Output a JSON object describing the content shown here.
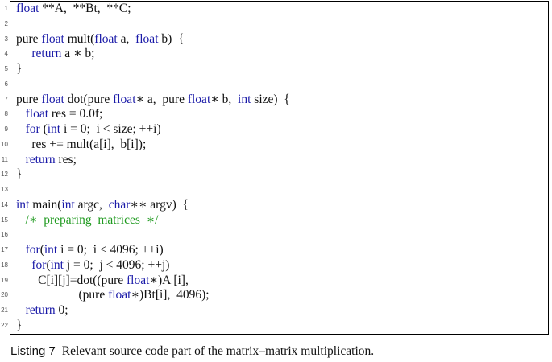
{
  "listing": {
    "lines": [
      {
        "no": "1",
        "tokens": [
          {
            "t": "float",
            "c": "kw"
          },
          {
            "t": " **A,  **Bt,  **C;",
            "c": ""
          }
        ]
      },
      {
        "no": "2",
        "tokens": []
      },
      {
        "no": "3",
        "tokens": [
          {
            "t": "pure ",
            "c": ""
          },
          {
            "t": "float",
            "c": "kw"
          },
          {
            "t": " mult(",
            "c": ""
          },
          {
            "t": "float",
            "c": "kw"
          },
          {
            "t": " a,  ",
            "c": ""
          },
          {
            "t": "float",
            "c": "kw"
          },
          {
            "t": " b)  {",
            "c": ""
          }
        ]
      },
      {
        "no": "4",
        "tokens": [
          {
            "t": "     ",
            "c": ""
          },
          {
            "t": "return",
            "c": "kw"
          },
          {
            "t": " a ∗ b;",
            "c": ""
          }
        ]
      },
      {
        "no": "5",
        "tokens": [
          {
            "t": "}",
            "c": ""
          }
        ]
      },
      {
        "no": "6",
        "tokens": []
      },
      {
        "no": "7",
        "tokens": [
          {
            "t": "pure ",
            "c": ""
          },
          {
            "t": "float",
            "c": "kw"
          },
          {
            "t": " dot(pure ",
            "c": ""
          },
          {
            "t": "float",
            "c": "kw"
          },
          {
            "t": "∗ a,  pure ",
            "c": ""
          },
          {
            "t": "float",
            "c": "kw"
          },
          {
            "t": "∗ b,  ",
            "c": ""
          },
          {
            "t": "int",
            "c": "kw"
          },
          {
            "t": " size)  {",
            "c": ""
          }
        ]
      },
      {
        "no": "8",
        "tokens": [
          {
            "t": "   ",
            "c": ""
          },
          {
            "t": "float",
            "c": "kw"
          },
          {
            "t": " res = 0.0f;",
            "c": ""
          }
        ]
      },
      {
        "no": "9",
        "tokens": [
          {
            "t": "   ",
            "c": ""
          },
          {
            "t": "for",
            "c": "kw"
          },
          {
            "t": " (",
            "c": ""
          },
          {
            "t": "int",
            "c": "kw"
          },
          {
            "t": " i = 0;  i < size; ++i)",
            "c": ""
          }
        ]
      },
      {
        "no": "10",
        "tokens": [
          {
            "t": "     res += mult(a[i],  b[i]);",
            "c": ""
          }
        ]
      },
      {
        "no": "11",
        "tokens": [
          {
            "t": "   ",
            "c": ""
          },
          {
            "t": "return",
            "c": "kw"
          },
          {
            "t": " res;",
            "c": ""
          }
        ]
      },
      {
        "no": "12",
        "tokens": [
          {
            "t": "}",
            "c": ""
          }
        ]
      },
      {
        "no": "13",
        "tokens": []
      },
      {
        "no": "14",
        "tokens": [
          {
            "t": "int",
            "c": "kw"
          },
          {
            "t": " main(",
            "c": ""
          },
          {
            "t": "int",
            "c": "kw"
          },
          {
            "t": " argc,  ",
            "c": ""
          },
          {
            "t": "char",
            "c": "kw"
          },
          {
            "t": "∗∗ argv)  {",
            "c": ""
          }
        ]
      },
      {
        "no": "15",
        "tokens": [
          {
            "t": "   ",
            "c": ""
          },
          {
            "t": "/∗  preparing  matrices  ∗/",
            "c": "cm"
          }
        ]
      },
      {
        "no": "16",
        "tokens": []
      },
      {
        "no": "17",
        "tokens": [
          {
            "t": "   ",
            "c": ""
          },
          {
            "t": "for",
            "c": "kw"
          },
          {
            "t": "(",
            "c": ""
          },
          {
            "t": "int",
            "c": "kw"
          },
          {
            "t": " i = 0;  i < 4096; ++i)",
            "c": ""
          }
        ]
      },
      {
        "no": "18",
        "tokens": [
          {
            "t": "     ",
            "c": ""
          },
          {
            "t": "for",
            "c": "kw"
          },
          {
            "t": "(",
            "c": ""
          },
          {
            "t": "int",
            "c": "kw"
          },
          {
            "t": " j = 0;  j < 4096; ++j)",
            "c": ""
          }
        ]
      },
      {
        "no": "19",
        "tokens": [
          {
            "t": "       C[i][j]=dot((pure ",
            "c": ""
          },
          {
            "t": "float",
            "c": "kw"
          },
          {
            "t": "∗)A [i],",
            "c": ""
          }
        ]
      },
      {
        "no": "20",
        "tokens": [
          {
            "t": "                    (pure ",
            "c": ""
          },
          {
            "t": "float",
            "c": "kw"
          },
          {
            "t": "∗)Bt[i],  4096);",
            "c": ""
          }
        ]
      },
      {
        "no": "21",
        "tokens": [
          {
            "t": "   ",
            "c": ""
          },
          {
            "t": "return",
            "c": "kw"
          },
          {
            "t": " 0;",
            "c": ""
          }
        ]
      },
      {
        "no": "22",
        "tokens": [
          {
            "t": "}",
            "c": ""
          }
        ]
      }
    ]
  },
  "caption": {
    "label": "Listing 7",
    "text": "Relevant source code part of the matrix–matrix multiplication."
  },
  "colors": {
    "keyword": "#1a1aa8",
    "comment": "#1f9a1f",
    "text": "#111111",
    "border": "#000000"
  }
}
